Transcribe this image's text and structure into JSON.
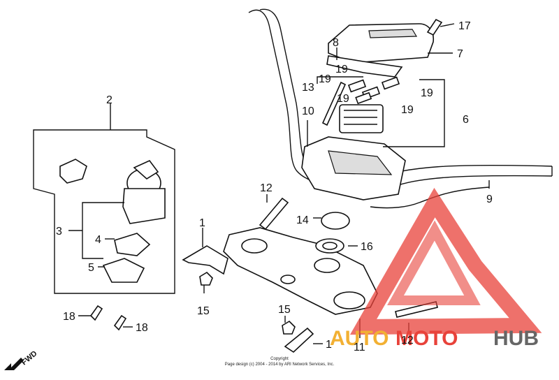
{
  "labels": {
    "l1a": "1",
    "l1b": "1",
    "l2": "2",
    "l3": "3",
    "l4": "4",
    "l5": "5",
    "l6": "6",
    "l7": "7",
    "l8": "8",
    "l9": "9",
    "l10": "10",
    "l11": "11",
    "l12a": "12",
    "l12b": "12",
    "l13": "13",
    "l14": "14",
    "l15a": "15",
    "l15b": "15",
    "l16": "16",
    "l17": "17",
    "l18a": "18",
    "l18b": "18",
    "l19a": "19",
    "l19b": "19",
    "l19c": "19",
    "l19d": "19",
    "l19e": "19"
  },
  "fwd": "FWD",
  "copyright": {
    "line1": "Copyright",
    "line2": "Page design (c) 2004 - 2014 by ARI Network Services, Inc."
  },
  "watermark": {
    "part1": "AUTO",
    "part2": "MOTO",
    "part3": "HUB",
    "color_red": "#e8423a",
    "color_yellow": "#f2b033",
    "color_gray": "#666666"
  }
}
